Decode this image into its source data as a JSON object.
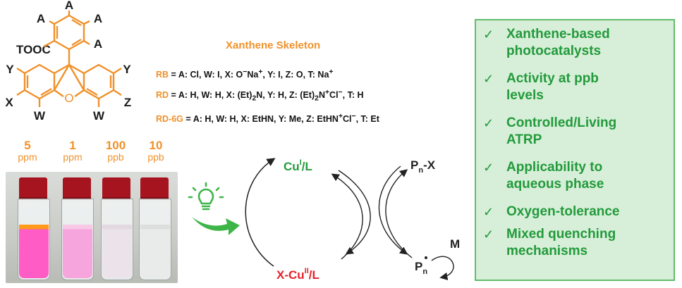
{
  "skeleton": {
    "atoms": {
      "a1": "A",
      "a2": "A",
      "a3": "A",
      "a4": "A",
      "tooc": "TOOC",
      "y_left": "Y",
      "y_right": "Y",
      "x": "X",
      "z": "Z",
      "w_left": "W",
      "w_right": "W",
      "o": "O"
    }
  },
  "title": "Xanthene Skeleton",
  "definitions": [
    {
      "key": "RB",
      "text": " = A: Cl, W: I, X: O",
      "sup1": "−",
      "text2": "Na",
      "sup2": "+",
      "text3": ", Y: I, Z: O, T: Na",
      "sup3": "+"
    },
    {
      "key": "RD",
      "text": " = A: H, W: H, X: (Et)",
      "sub1": "2",
      "text2": "N, Y: H, Z: (Et)",
      "sub2": "2",
      "text3": "N",
      "sup3": "+",
      "text4": "Cl",
      "sup4": "−",
      "text5": ", T: H"
    },
    {
      "key": "RD-6G",
      "text": " = A: H, W: H, X: EtHN, Y: Me, Z: EtHN",
      "sup1": "+",
      "text2": "Cl",
      "sup2": "−",
      "text3": ", T: Et"
    }
  ],
  "concentrations": [
    {
      "num": "5",
      "unit": "ppm"
    },
    {
      "num": "1",
      "unit": "ppm"
    },
    {
      "num": "100",
      "unit": "ppb"
    },
    {
      "num": "10",
      "unit": "ppb"
    }
  ],
  "vials": [
    {
      "liquid": "#ff5cc6",
      "band": "#ff9a1a"
    },
    {
      "liquid": "#f6a6dc",
      "band": "#f7c9e6"
    },
    {
      "liquid": "#ece3ea",
      "band": "#e3d7e0"
    },
    {
      "liquid": "#e9ebeb",
      "band": "#dcdede"
    }
  ],
  "cycle": {
    "cu1": {
      "pre": "Cu",
      "sup": "I",
      "post": "/L"
    },
    "cu2": {
      "pre": "X-Cu",
      "sup": "II",
      "post": "/L"
    },
    "pnx": {
      "pre": "P",
      "sub": "n",
      "post": "-X"
    },
    "pn": {
      "pre": "P",
      "sub": "n"
    },
    "m": "M"
  },
  "colors": {
    "green": "#239a3b",
    "red": "#e8202a",
    "orange": "#f0912a",
    "panel_bg": "#d7efd9",
    "panel_border": "#62bd6b"
  },
  "features": [
    {
      "check": "✓",
      "lines": [
        "Xanthene-based",
        "photocatalysts"
      ]
    },
    {
      "check": "✓",
      "lines": [
        "Activity at ppb",
        "levels"
      ]
    },
    {
      "check": "✓",
      "lines": [
        "Controlled/Living",
        "ATRP"
      ]
    },
    {
      "check": "✓",
      "lines": [
        "Applicability to",
        "aqueous phase"
      ]
    },
    {
      "check": "✓",
      "lines": [
        "Oxygen-tolerance"
      ]
    },
    {
      "check": "✓",
      "lines": [
        "Mixed quenching",
        "mechanisms"
      ]
    }
  ],
  "icons": {
    "light": "lightbulb-icon",
    "arrow": "curved-arrow-icon"
  }
}
